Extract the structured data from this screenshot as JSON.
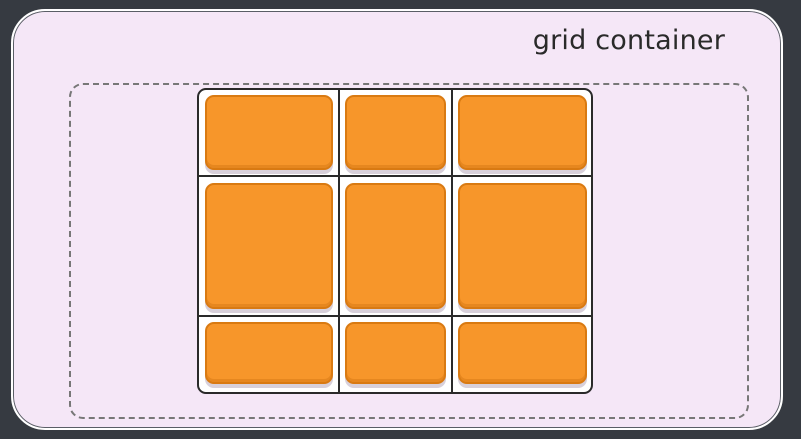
{
  "container_label": "grid container",
  "colors": {
    "background": "#363a41",
    "container": "#f5e7f7",
    "item": "#f7962a",
    "grid_lines": "#2a2a2a",
    "dashed_border": "#777777"
  },
  "grid": {
    "columns": 3,
    "rows": 3,
    "items": [
      {
        "row": 1,
        "col": 1
      },
      {
        "row": 1,
        "col": 2
      },
      {
        "row": 1,
        "col": 3
      },
      {
        "row": 2,
        "col": 1
      },
      {
        "row": 2,
        "col": 2
      },
      {
        "row": 2,
        "col": 3
      },
      {
        "row": 3,
        "col": 1
      },
      {
        "row": 3,
        "col": 2
      },
      {
        "row": 3,
        "col": 3
      }
    ]
  }
}
